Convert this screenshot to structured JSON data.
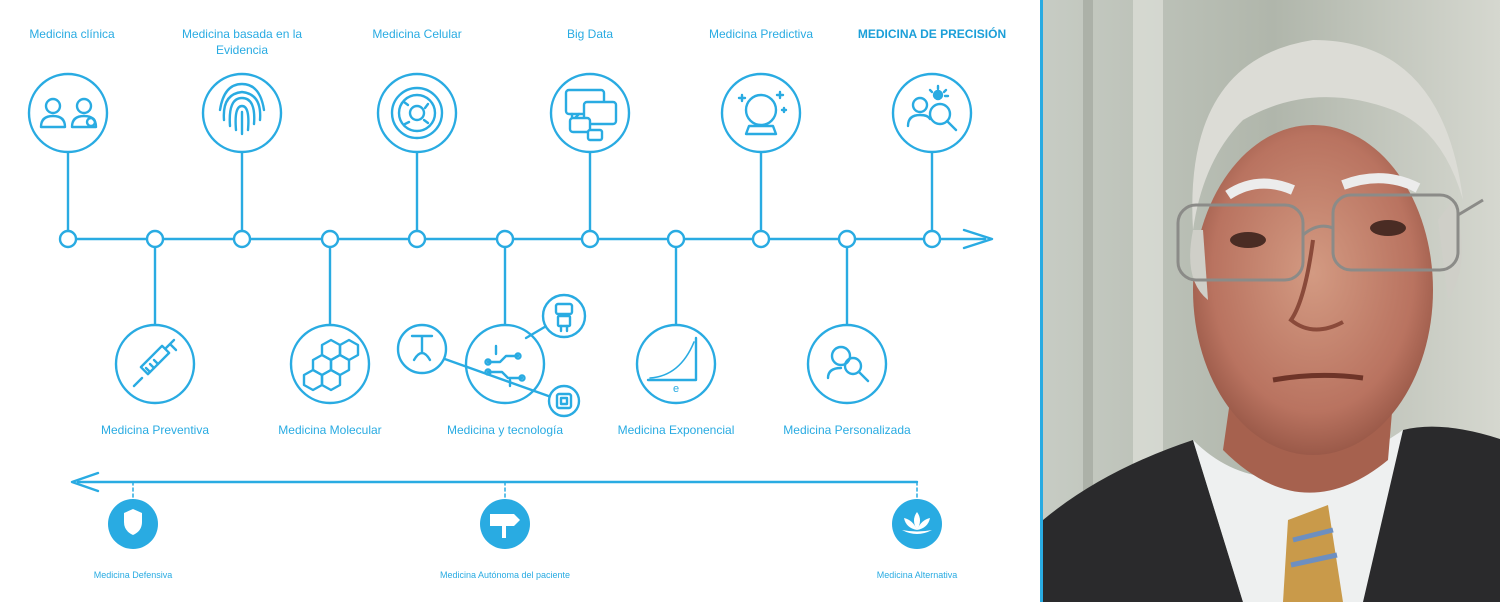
{
  "colors": {
    "accent": "#29abe2"
  },
  "top_stages": [
    {
      "label": "Medicina clínica",
      "icon": "people-icon"
    },
    {
      "label": "Medicina basada en la Evidencia",
      "icon": "fingerprint-icon"
    },
    {
      "label": "Medicina Celular",
      "icon": "cell-icon"
    },
    {
      "label": "Big Data",
      "icon": "chat-bubbles-icon"
    },
    {
      "label": "Medicina Predictiva",
      "icon": "crystal-ball-icon"
    },
    {
      "label": "MEDICINA DE PRECISIÓN",
      "icon": "person-magnifier-icon"
    }
  ],
  "bottom_stages": [
    {
      "label": "Medicina Preventiva",
      "icon": "syringe-icon"
    },
    {
      "label": "Medicina Molecular",
      "icon": "molecule-icon"
    },
    {
      "label": "Medicina y tecnología",
      "icon": "circuit-icon"
    },
    {
      "label": "Medicina Exponencial",
      "icon": "exponential-curve-icon",
      "curve_label": "e"
    },
    {
      "label": "Medicina Personalizada",
      "icon": "person-search-icon"
    }
  ],
  "reverse_stages": [
    {
      "label": "Medicina Defensiva",
      "icon": "shield-icon"
    },
    {
      "label": "Medicina Autónoma del paciente",
      "icon": "signpost-icon"
    },
    {
      "label": "Medicina Alternativa",
      "icon": "lotus-icon"
    }
  ],
  "photo": {
    "subject": "portrait-photo",
    "description_icon": "elderly-man-glasses-portrait"
  }
}
